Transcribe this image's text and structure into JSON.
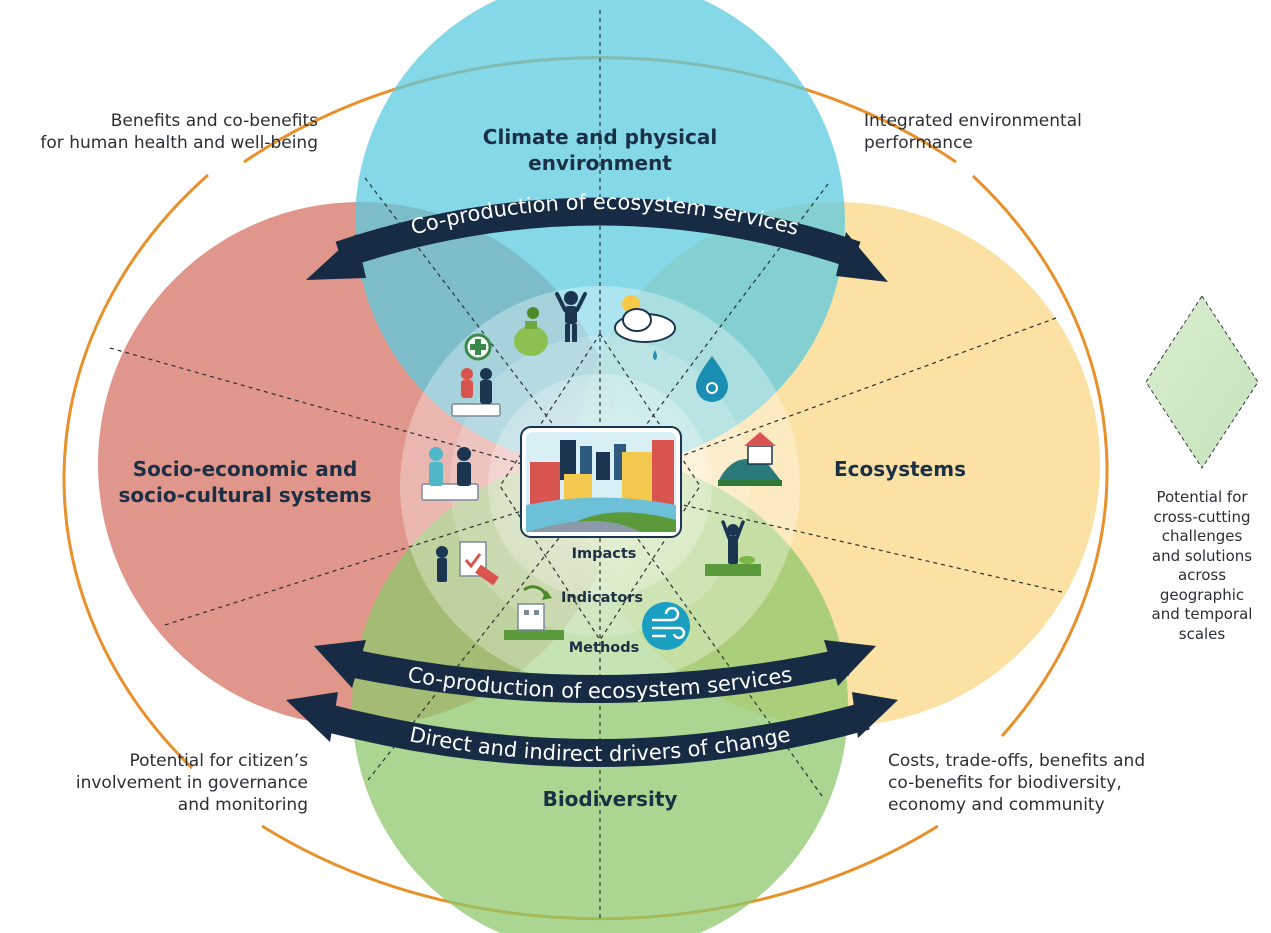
{
  "colors": {
    "climate": "#5bcbe0",
    "ecosystems": "#fad98a",
    "socio": "#d9786a",
    "biodiversity": "#8dc86b",
    "outer_arc": "#e8902a",
    "arrow": "#172b45",
    "label": "#1b2f45",
    "diamond": "#cfe8c6"
  },
  "corner_notes": {
    "top_left": "Benefits and co-benefits\nfor human health and well-being",
    "top_right": "Integrated environmental\nperformance",
    "bottom_left": "Potential for citizen’s\ninvolvement in governance\nand monitoring",
    "bottom_right": "Costs, trade-offs, benefits and\nco-benefits for biodiversity,\neconomy and community"
  },
  "side_note": "Potential for\ncross-cutting\nchallenges\nand solutions\nacross\ngeographic\nand temporal\nscales",
  "systems": {
    "climate": "Climate and physical\nenvironment",
    "ecosystems": "Ecosystems",
    "socio": "Socio-economic and\nsocio-cultural systems",
    "biodiversity": "Biodiversity"
  },
  "rings": {
    "impacts": "Impacts",
    "indicators": "Indicators",
    "methods": "Methods"
  },
  "arrows": {
    "top": "Co-production of ecosystem services",
    "bottom_upper": "Co-production of ecosystem services",
    "bottom_lower": "Direct and indirect drivers of change"
  },
  "icons": [
    "health-cross-icon",
    "money-bag-icon",
    "person-arms-up-icon",
    "sun-cloud-rain-icon",
    "water-drop-icon",
    "house-on-hill-icon",
    "people-pair-icon",
    "people-on-platform-icon",
    "plant-person-icon",
    "checklist-tools-icon",
    "building-recycle-icon",
    "wind-icon",
    "city-scene-icon"
  ]
}
